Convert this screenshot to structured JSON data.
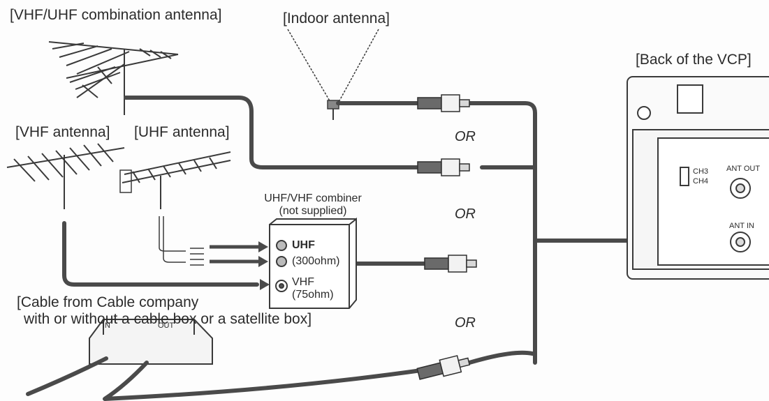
{
  "labels": {
    "combo_antenna": "[VHF/UHF combination antenna]",
    "indoor_antenna": "[Indoor antenna]",
    "back_of_vcp": "[Back of the VCP]",
    "vhf_antenna": "[VHF antenna]",
    "uhf_antenna": "[UHF antenna]",
    "combiner_title_1": "UHF/VHF combiner",
    "combiner_title_2": "(not supplied)",
    "combiner_uhf": "UHF",
    "combiner_uhf_ohm": "(300ohm)",
    "combiner_vhf": "VHF",
    "combiner_vhf_ohm": "(75ohm)",
    "cable_line_1": "[Cable from Cable company",
    "cable_line_2": "with or without a cable box or a satellite box]",
    "or_1": "OR",
    "or_2": "OR",
    "or_3": "OR",
    "vcp_ch3": "CH3",
    "vcp_ch4": "CH4",
    "vcp_ant_out": "ANT OUT",
    "vcp_ant_in": "ANT IN",
    "box_in": "IN",
    "box_out": "OUT"
  },
  "colors": {
    "cable": "#4a4a4a",
    "line": "#3a3a3a",
    "paper": "#fdfdfd"
  }
}
